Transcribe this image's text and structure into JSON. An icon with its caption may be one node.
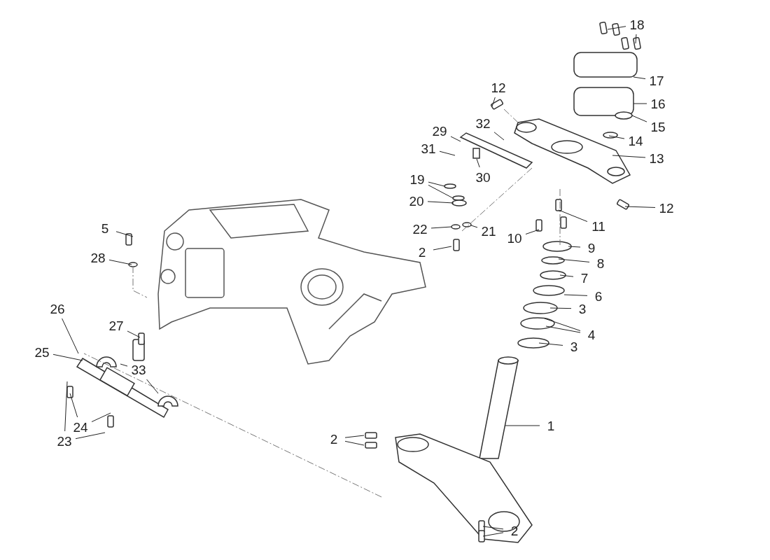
{
  "diagram": {
    "nodes": [
      {
        "text": [
          "18"
        ]
      },
      {
        "text": [
          "12"
        ]
      },
      {
        "text": [
          "17"
        ]
      },
      {
        "text": [
          "16"
        ]
      },
      {
        "text": [
          "15"
        ]
      },
      {
        "text": [
          "32"
        ]
      },
      {
        "text": [
          "29"
        ]
      },
      {
        "text": [
          "14"
        ]
      },
      {
        "text": [
          "31"
        ]
      },
      {
        "text": [
          "13"
        ]
      },
      {
        "text": [
          "30"
        ]
      },
      {
        "text": [
          "19"
        ]
      },
      {
        "text": [
          "20"
        ]
      },
      {
        "text": [
          "12"
        ]
      },
      {
        "text": [
          "5"
        ]
      },
      {
        "text": [
          "11"
        ]
      },
      {
        "text": [
          "22"
        ]
      },
      {
        "text": [
          "21"
        ]
      },
      {
        "text": [
          "10"
        ]
      },
      {
        "text": [
          "9"
        ]
      },
      {
        "text": [
          "2"
        ]
      },
      {
        "text": [
          "28"
        ]
      },
      {
        "text": [
          "8"
        ]
      },
      {
        "text": [
          "7"
        ]
      },
      {
        "text": [
          "6"
        ]
      },
      {
        "text": [
          "3"
        ]
      },
      {
        "text": [
          "26"
        ]
      },
      {
        "text": [
          "27"
        ]
      },
      {
        "text": [
          "4"
        ]
      },
      {
        "text": [
          "3"
        ]
      },
      {
        "text": [
          "25"
        ]
      },
      {
        "text": [
          "33"
        ]
      },
      {
        "text": [
          "1"
        ]
      },
      {
        "text": [
          "24"
        ]
      },
      {
        "text": [
          "2"
        ]
      },
      {
        "text": [
          "23"
        ]
      },
      {
        "text": [
          "2"
        ]
      }
    ],
    "edges": [
      {
        "from": 0,
        "to": null,
        "arrow": "none"
      },
      {
        "from": 0,
        "to": null,
        "arrow": "none"
      },
      {
        "from": 1,
        "to": null,
        "arrow": "none"
      },
      {
        "from": 2,
        "to": null,
        "arrow": "none"
      },
      {
        "from": 3,
        "to": null,
        "arrow": "none"
      },
      {
        "from": 4,
        "to": null,
        "arrow": "none"
      },
      {
        "from": 5,
        "to": null,
        "arrow": "none"
      },
      {
        "from": 6,
        "to": null,
        "arrow": "none"
      },
      {
        "from": 7,
        "to": null,
        "arrow": "none"
      },
      {
        "from": 8,
        "to": null,
        "arrow": "none"
      },
      {
        "from": 9,
        "to": null,
        "arrow": "none"
      },
      {
        "from": 10,
        "to": null,
        "arrow": "none"
      },
      {
        "from": 11,
        "to": null,
        "arrow": "none"
      },
      {
        "from": 11,
        "to": null,
        "arrow": "none"
      },
      {
        "from": 12,
        "to": null,
        "arrow": "none"
      },
      {
        "from": 13,
        "to": null,
        "arrow": "none"
      },
      {
        "from": 14,
        "to": null,
        "arrow": "none"
      },
      {
        "from": 15,
        "to": null,
        "arrow": "none"
      },
      {
        "from": 16,
        "to": null,
        "arrow": "none"
      },
      {
        "from": 17,
        "to": null,
        "arrow": "none"
      },
      {
        "from": 18,
        "to": null,
        "arrow": "none"
      },
      {
        "from": 19,
        "to": null,
        "arrow": "none"
      },
      {
        "from": 20,
        "to": null,
        "arrow": "none"
      },
      {
        "from": 21,
        "to": null,
        "arrow": "none"
      },
      {
        "from": 22,
        "to": null,
        "arrow": "none"
      },
      {
        "from": 23,
        "to": null,
        "arrow": "none"
      },
      {
        "from": 24,
        "to": null,
        "arrow": "none"
      },
      {
        "from": 25,
        "to": null,
        "arrow": "none"
      },
      {
        "from": 26,
        "to": null,
        "arrow": "none"
      },
      {
        "from": 27,
        "to": null,
        "arrow": "none"
      },
      {
        "from": 28,
        "to": null,
        "arrow": "none"
      },
      {
        "from": 28,
        "to": null,
        "arrow": "none"
      },
      {
        "from": 29,
        "to": null,
        "arrow": "none"
      },
      {
        "from": 30,
        "to": null,
        "arrow": "none"
      },
      {
        "from": 31,
        "to": null,
        "arrow": "none"
      },
      {
        "from": 31,
        "to": null,
        "arrow": "none"
      },
      {
        "from": 32,
        "to": null,
        "arrow": "none"
      },
      {
        "from": 33,
        "to": null,
        "arrow": "none"
      },
      {
        "from": 33,
        "to": null,
        "arrow": "none"
      },
      {
        "from": 34,
        "to": null,
        "arrow": "none"
      },
      {
        "from": 34,
        "to": null,
        "arrow": "none"
      },
      {
        "from": 35,
        "to": null,
        "arrow": "none"
      },
      {
        "from": 35,
        "to": null,
        "arrow": "none"
      },
      {
        "from": 36,
        "to": null,
        "arrow": "none"
      },
      {
        "from": 36,
        "to": null,
        "arrow": "none"
      }
    ]
  }
}
